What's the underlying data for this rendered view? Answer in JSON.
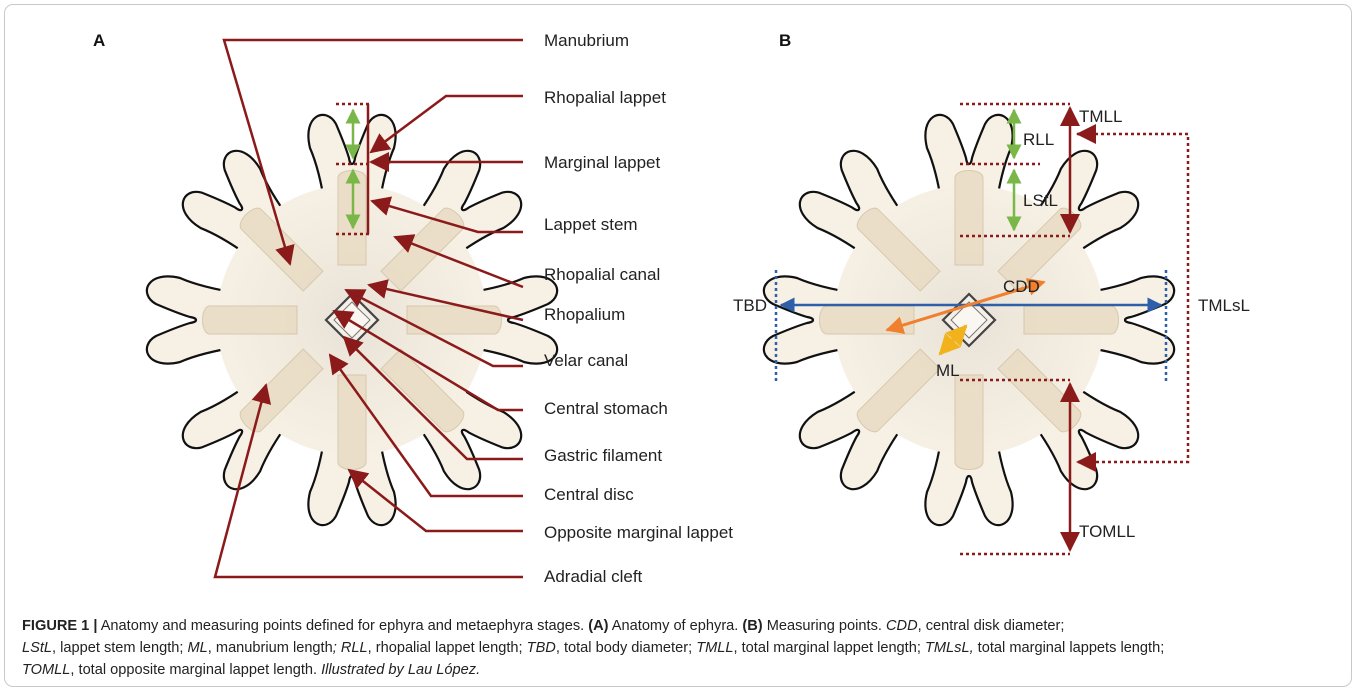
{
  "panels": {
    "a": "A",
    "b": "B"
  },
  "callouts": [
    "Manubrium",
    "Rhopalial lappet",
    "Marginal lappet",
    "Lappet stem",
    "Rhopalial canal",
    "Rhopalium",
    "Velar canal",
    "Central stomach",
    "Gastric filament",
    "Central disc",
    "Opposite marginal lappet",
    "Adradial cleft"
  ],
  "measures": {
    "tmll": "TMLL",
    "rll": "RLL",
    "lstl": "LStL",
    "cdd": "CDD",
    "tbd": "TBD",
    "ml": "ML",
    "tmlsl": "TMLsL",
    "tomll": "TOMLL"
  },
  "caption": {
    "label": "FIGURE 1 |",
    "intro": " Anatomy and measuring points defined for ephyra and metaephyra stages. ",
    "a_ref": "(A)",
    "a_text": " Anatomy of ephyra. ",
    "b_ref": "(B)",
    "b_text": " Measuring points. ",
    "d1_abbr": "CDD",
    "d1_text": ", central disk diameter;",
    "d2_abbr": "LStL",
    "d2_text": ", lappet stem length; ",
    "d3_abbr": "ML",
    "d3_text": ", manubrium length",
    "d4_abbr": "; RLL",
    "d4_text": ", rhopalial lappet length; ",
    "d5_abbr": "TBD",
    "d5_text": ", total body diameter; ",
    "d6_abbr": "TMLL",
    "d6_text": ", total marginal lappet length; ",
    "d7_abbr": "TMLsL,",
    "d7_text": " total marginal lappets length; ",
    "d8_abbr": "TOMLL",
    "d8_text": ", total opposite marginal lappet length. ",
    "credit": "Illustrated by Lau López."
  },
  "colors": {
    "callout_line": "#8b1a1a",
    "green_measure": "#7ab648",
    "blue_measure": "#2e5fa8",
    "orange_measure": "#f07f2e",
    "yellow_measure": "#f2b21c",
    "body_fill": "#f3ece0",
    "body_outline": "#111111"
  }
}
